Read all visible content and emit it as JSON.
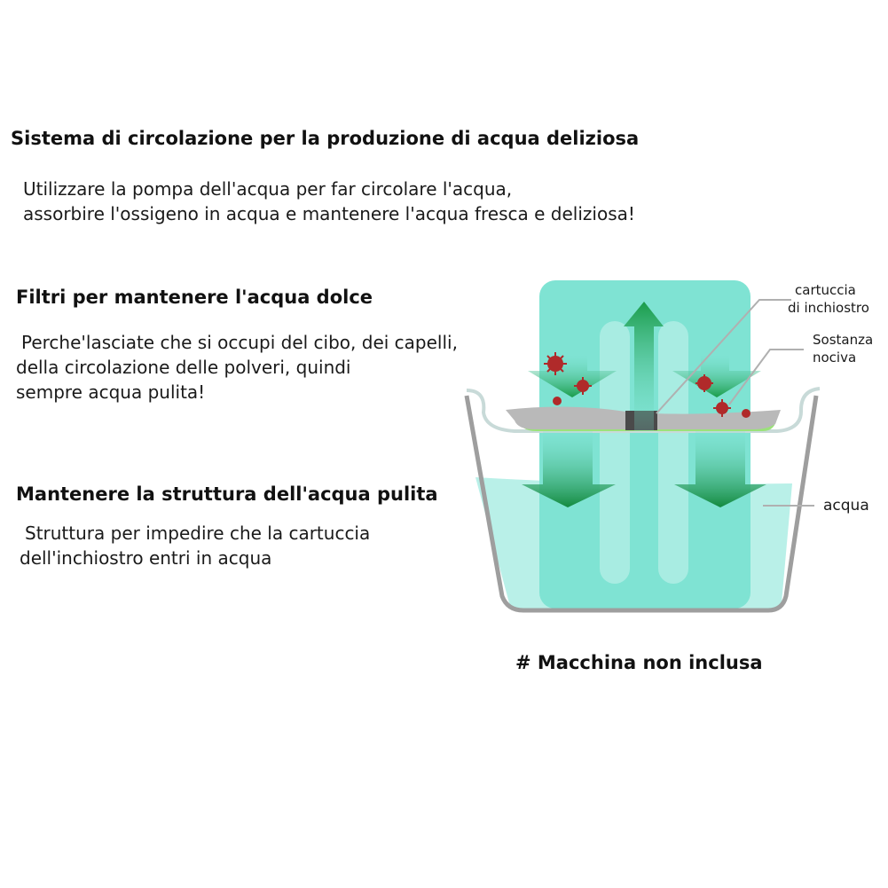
{
  "sections": [
    {
      "heading": "Sistema di circolazione per la produzione di acqua deliziosa",
      "lines": [
        "Utilizzare la pompa dell'acqua per far circolare l'acqua,",
        "assorbire l'ossigeno in acqua e mantenere l'acqua fresca e deliziosa!"
      ]
    },
    {
      "heading": "Filtri per mantenere l'acqua dolce",
      "lines": [
        "Perche'lasciate che si occupi del cibo, dei capelli,",
        "della circolazione delle polveri, quindi",
        "sempre acqua pulita!"
      ]
    },
    {
      "heading": "Mantenere la struttura dell'acqua pulita",
      "lines": [
        "Struttura per impedire che la cartuccia",
        "dell'inchiostro entri in acqua"
      ]
    }
  ],
  "diagram": {
    "labels": {
      "cartridge_line1": "cartuccia",
      "cartridge_line2": "di inchiostro",
      "harmful_line1": "Sostanza",
      "harmful_line2": "nociva",
      "water": "acqua"
    },
    "colors": {
      "teal": "#7fe3d3",
      "water": "#b9f0e8",
      "arrow_green": "#1a9c4a",
      "virus": "#b02a2a",
      "tray": "#b9b9b9",
      "basin": "#9e9e9e"
    }
  },
  "note": "# Macchina non inclusa"
}
